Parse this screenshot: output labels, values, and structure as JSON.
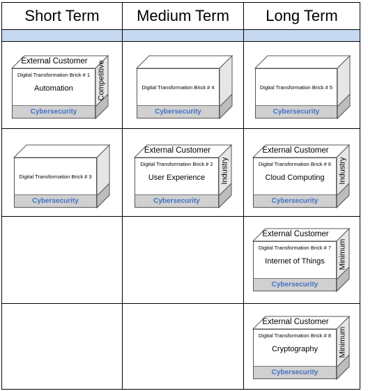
{
  "columns": [
    "Short Term",
    "Medium Term",
    "Long Term"
  ],
  "bricks": [
    {
      "id": "1",
      "external": "External Customer",
      "name": "Digital Transformation Brick # 1",
      "tech": "Automation",
      "side": "Competitive",
      "footer": "Cybersecurity"
    },
    {
      "id": "3",
      "external": "",
      "name": "Digital Transformation Brick # 3",
      "tech": "",
      "side": "",
      "footer": "Cybersecurity"
    },
    {
      "id": "4",
      "external": "",
      "name": "Digital Transformation Brick # 4",
      "tech": "",
      "side": "",
      "footer": "Cybersecurity"
    },
    {
      "id": "2",
      "external": "External Customer",
      "name": "Digital Transformation Brick # 2",
      "tech": "User Experience",
      "side": "Industry",
      "footer": "Cybersecurity"
    },
    {
      "id": "5",
      "external": "",
      "name": "Digital Transformation Brick # 5",
      "tech": "",
      "side": "",
      "footer": "Cybersecurity"
    },
    {
      "id": "6",
      "external": "External Customer",
      "name": "Digital Transformation Brick # 6",
      "tech": "Cloud Computing",
      "side": "Industry",
      "footer": "Cybersecurity"
    },
    {
      "id": "7",
      "external": "External Customer",
      "name": "Digital Transformation Brick # 7",
      "tech": "Internet of Things",
      "side": "Minimum",
      "footer": "Cybersecurity"
    },
    {
      "id": "8",
      "external": "External  Customer",
      "name": "Digital Transformation Brick # 8",
      "tech": "Cryptography",
      "side": "Minimum",
      "footer": "Cybersecurity"
    }
  ],
  "colors": {
    "band": "#c6d9f1",
    "cyber_text": "#4472c4",
    "cyber_fill": "#d0d0d0"
  }
}
